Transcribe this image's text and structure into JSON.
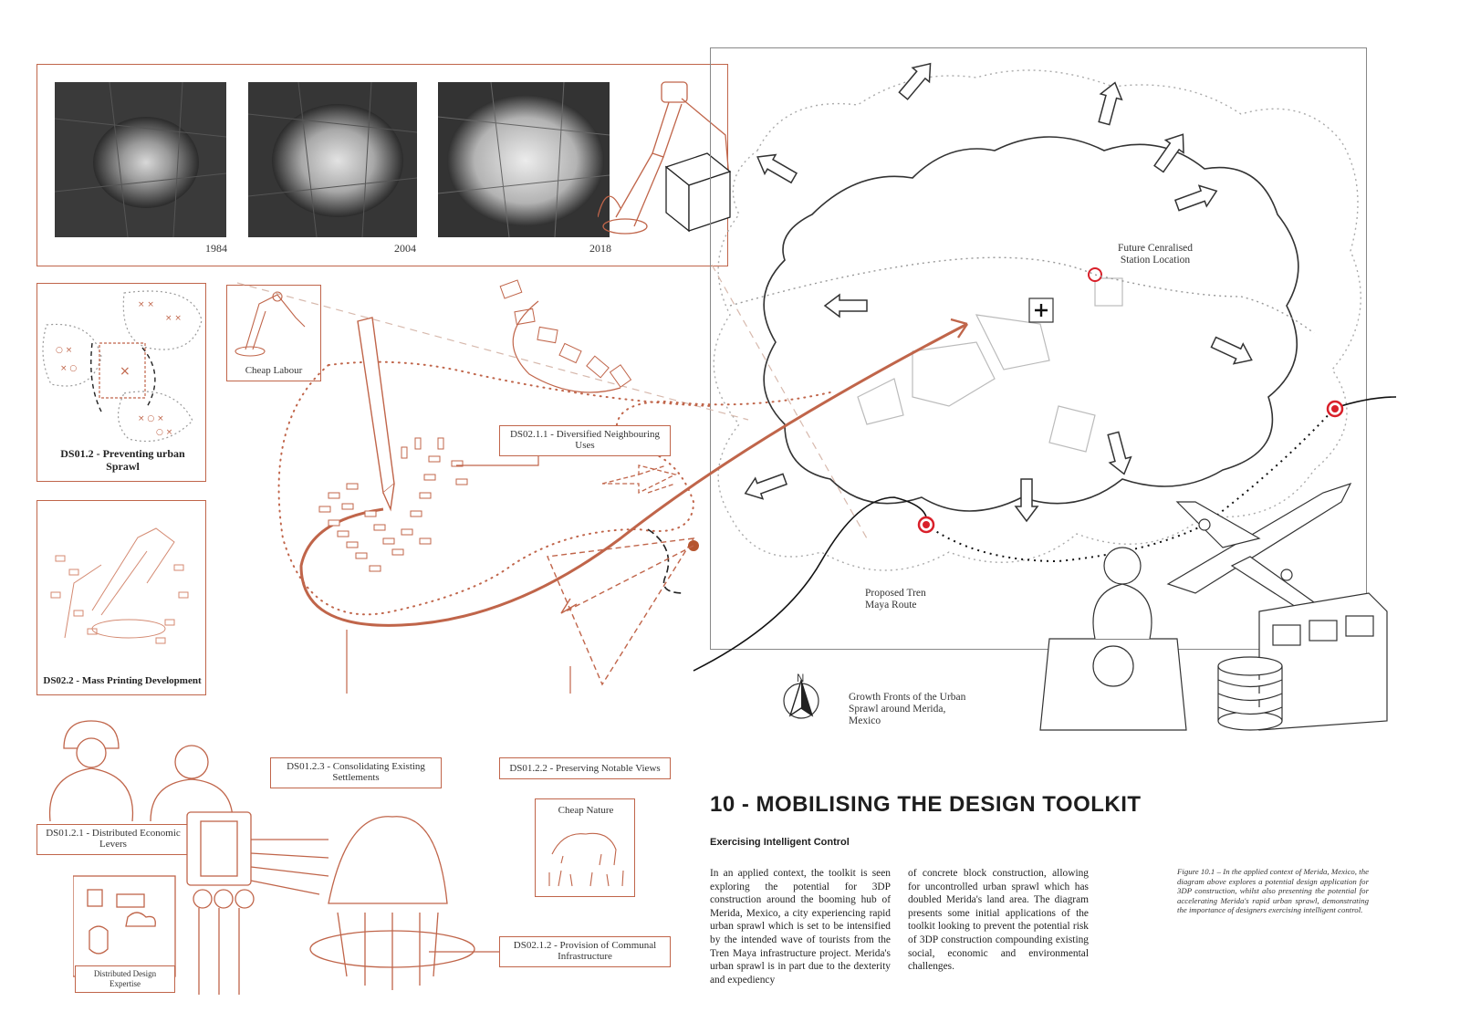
{
  "timeline": {
    "years": [
      "1984",
      "2004",
      "2018"
    ]
  },
  "labels": {
    "preventing_sprawl": "DS01.2 - Preventing urban Sprawl",
    "mass_printing": "DS02.2 - Mass Printing Development",
    "cheap_labour": "Cheap Labour",
    "diversified_uses": "DS02.1.1 - Diversified Neighbouring Uses",
    "consolidating": "DS01.2.3 - Consolidating Existing Settlements",
    "preserving_views": "DS01.2.2 - Preserving Notable Views",
    "distributed_economic": "DS01.2.1 - Distributed Economic Levers",
    "cheap_nature": "Cheap Nature",
    "communal_infrastructure": "DS02.1.2 - Provision of Communal Infrastructure",
    "distributed_design": "Distributed Design Expertise"
  },
  "map": {
    "station": "Future Cenralised Station Location",
    "route": "Proposed Tren Maya Route",
    "north": "N",
    "growth": "Growth Fronts of the Urban Sprawl around Merida, Mexico"
  },
  "text": {
    "title": "10 - MOBILISING THE DESIGN TOOLKIT",
    "subtitle": "Exercising Intelligent Control",
    "col1": "In an applied context, the toolkit is seen exploring the potential for 3DP construction around the booming hub of Merida, Mexico, a city experiencing rapid urban sprawl which is set to be intensified by the intended wave of tourists from the Tren Maya infrastructure project. Merida's urban sprawl is in part due to the dexterity and expediency",
    "col2": "of concrete block construction, allowing for uncontrolled urban sprawl which has doubled Merida's land area. The diagram presents some initial applications of the toolkit looking to prevent the potential risk of 3DP construction compounding existing social, economic and environmental challenges.",
    "figure_caption": "Figure 10.1 – In the applied context of Merida, Mexico, the diagram above explores a potential design application for 3DP construction, whilst also presenting the potential for accelerating Merida's rapid urban sprawl, demonstrating the importance of designers exercising intelligent control."
  },
  "colors": {
    "accent": "#c0654a",
    "marker": "#d9202a",
    "ink": "#222222"
  }
}
